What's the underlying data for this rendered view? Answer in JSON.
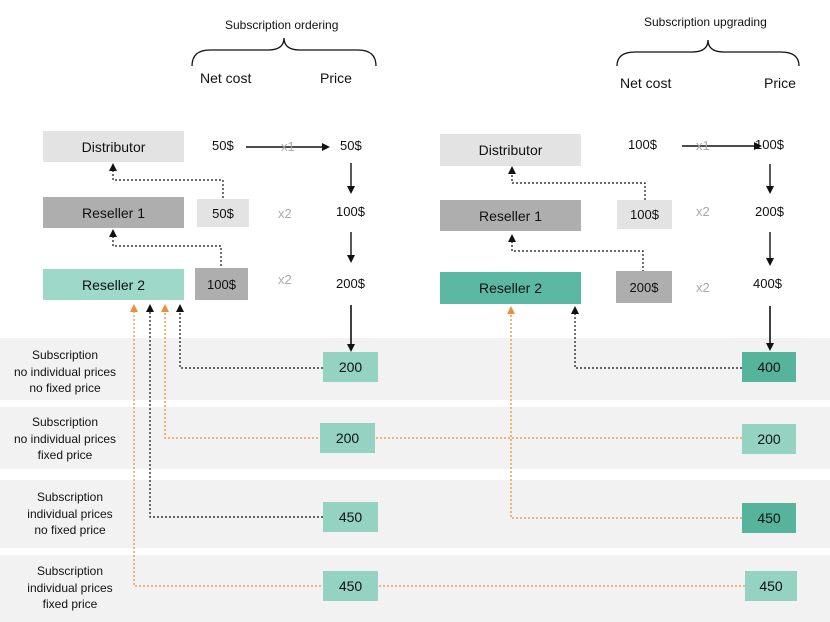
{
  "left": {
    "header": "Subscription ordering",
    "net_cost_label": "Net cost",
    "price_label": "Price",
    "nodes": {
      "distributor": "Distributor",
      "reseller1": "Reseller 1",
      "reseller2": "Reseller 2"
    },
    "net_costs": [
      "50$",
      "50$",
      "100$"
    ],
    "multipliers": [
      "x1",
      "x2",
      "x2"
    ],
    "prices": [
      "50$",
      "100$",
      "200$"
    ],
    "results": [
      "200",
      "200",
      "450",
      "450"
    ]
  },
  "right": {
    "header": "Subscription upgrading",
    "net_cost_label": "Net cost",
    "price_label": "Price",
    "nodes": {
      "distributor": "Distributor",
      "reseller1": "Reseller 1",
      "reseller2": "Reseller 2"
    },
    "net_costs": [
      "100$",
      "100$",
      "200$"
    ],
    "multipliers": [
      "x1",
      "x2",
      "x2"
    ],
    "prices": [
      "100$",
      "200$",
      "400$"
    ],
    "results": [
      "400",
      "200",
      "450",
      "450"
    ]
  },
  "rows": [
    {
      "line1": "Subscription",
      "line2": "no individual prices",
      "line3": "no fixed price"
    },
    {
      "line1": "Subscription",
      "line2": "no individual prices",
      "line3": "fixed price"
    },
    {
      "line1": "Subscription",
      "line2": "individual prices",
      "line3": "no fixed price"
    },
    {
      "line1": "Subscription",
      "line2": "individual prices",
      "line3": "fixed price"
    }
  ],
  "colors": {
    "distributor": "#e3e3e3",
    "reseller1": "#aeaeae",
    "reseller2_light": "#9dd8c8",
    "reseller2_dark": "#5bb8a2",
    "result_light": "#94d3c2",
    "result_dark": "#56b49d",
    "orange": "#e8913a",
    "band": "#f2f2f2"
  }
}
